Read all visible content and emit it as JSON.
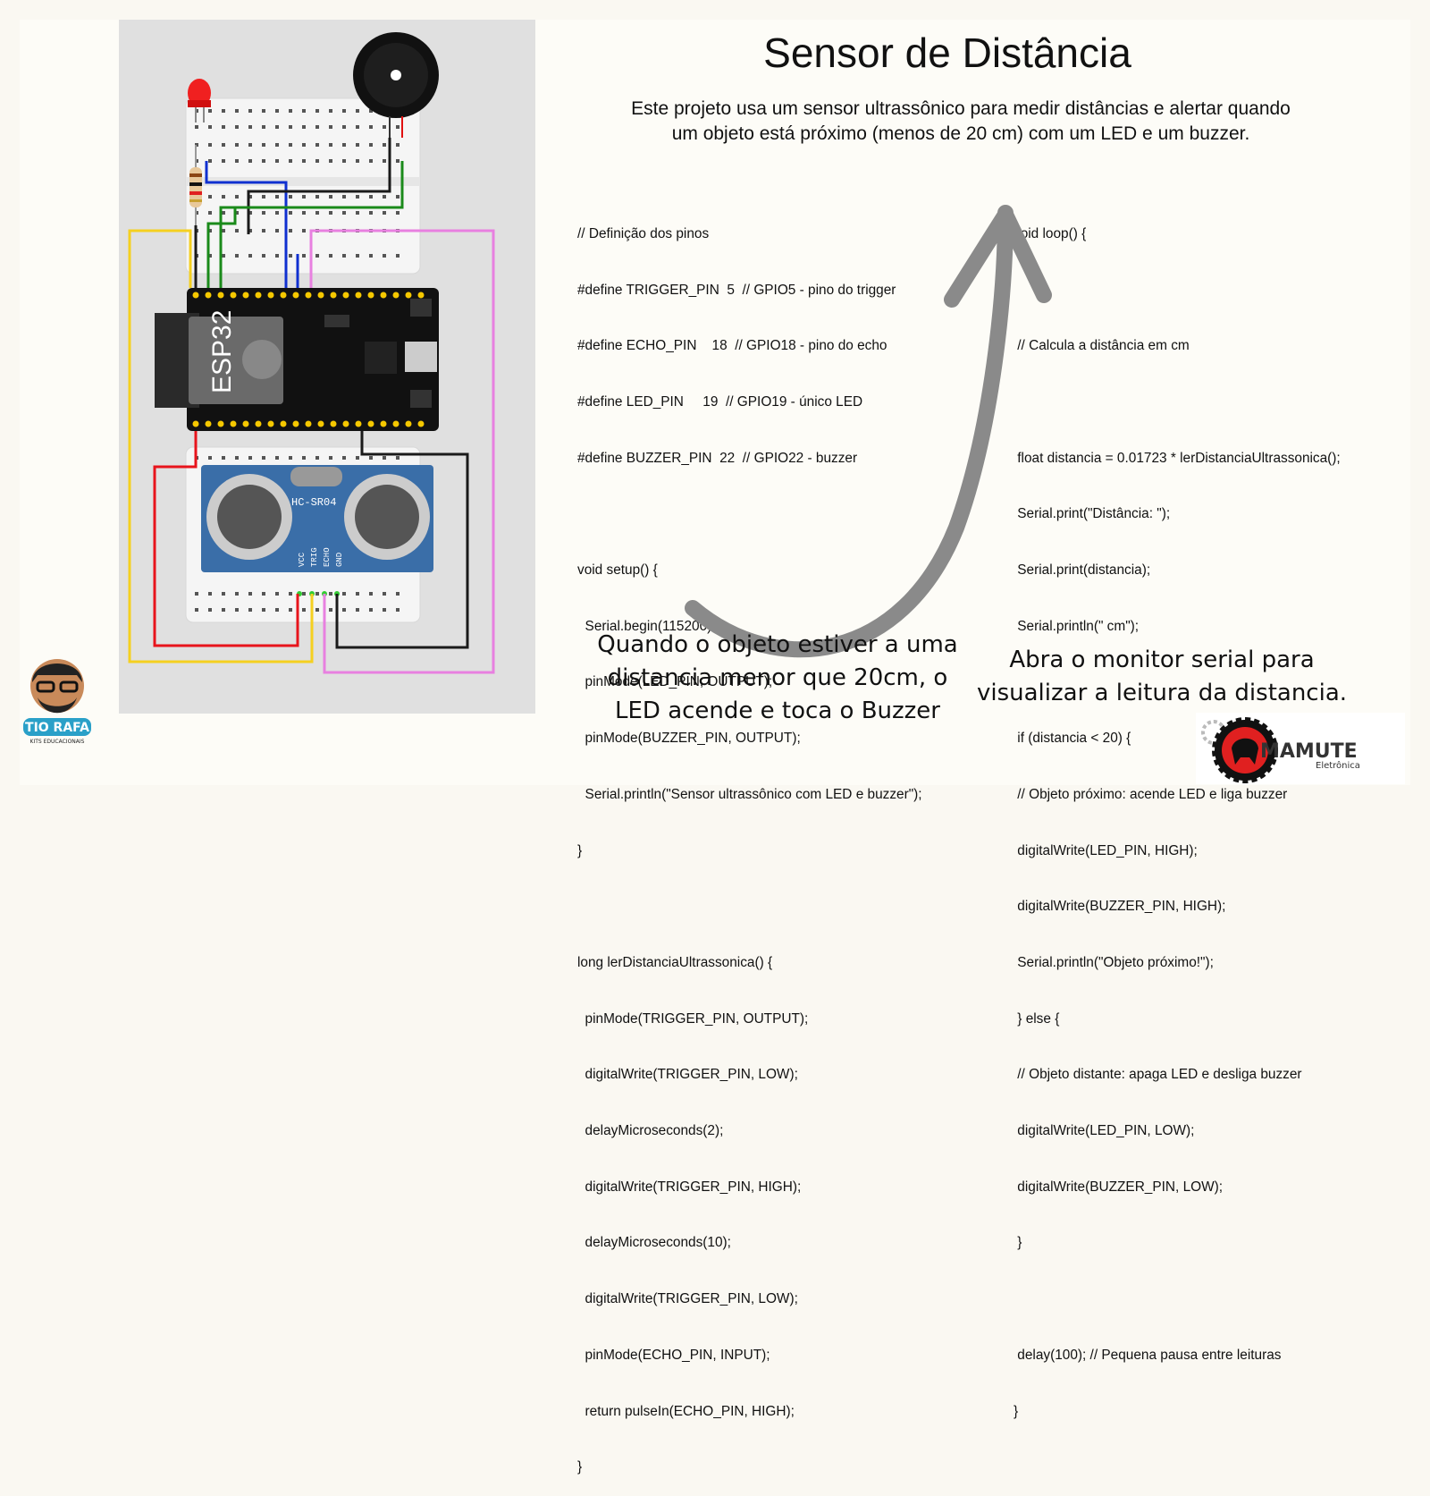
{
  "title": "Sensor de Distância",
  "subtitle_lines": [
    "Este projeto usa um sensor ultrassônico para medir distâncias e alertar quando",
    "um objeto está próximo (menos de 20 cm) com um LED e um buzzer."
  ],
  "code_left": [
    "// Definição dos pinos",
    "#define TRIGGER_PIN  5  // GPIO5 - pino do trigger",
    "#define ECHO_PIN    18  // GPIO18 - pino do echo",
    "#define LED_PIN     19  // GPIO19 - único LED",
    "#define BUZZER_PIN  22  // GPIO22 - buzzer",
    "",
    "void setup() {",
    "  Serial.begin(115200);",
    "  pinMode(LED_PIN, OUTPUT);",
    "  pinMode(BUZZER_PIN, OUTPUT);",
    "  Serial.println(\"Sensor ultrassônico com LED e buzzer\");",
    "}",
    "",
    "long lerDistanciaUltrassonica() {",
    "  pinMode(TRIGGER_PIN, OUTPUT);",
    "  digitalWrite(TRIGGER_PIN, LOW);",
    "  delayMicroseconds(2);",
    "  digitalWrite(TRIGGER_PIN, HIGH);",
    "  delayMicroseconds(10);",
    "  digitalWrite(TRIGGER_PIN, LOW);",
    "  pinMode(ECHO_PIN, INPUT);",
    "  return pulseIn(ECHO_PIN, HIGH);",
    "}"
  ],
  "code_right": [
    "void loop() {",
    "",
    " // Calcula a distância em cm",
    "",
    " float distancia = 0.01723 * lerDistanciaUltrassonica();",
    " Serial.print(\"Distância: \");",
    " Serial.print(distancia);",
    " Serial.println(\" cm\");",
    "",
    " if (distancia < 20) {",
    " // Objeto próximo: acende LED e liga buzzer",
    " digitalWrite(LED_PIN, HIGH);",
    " digitalWrite(BUZZER_PIN, HIGH);",
    " Serial.println(\"Objeto próximo!\");",
    " } else {",
    " // Objeto distante: apaga LED e desliga buzzer",
    " digitalWrite(LED_PIN, LOW);",
    " digitalWrite(BUZZER_PIN, LOW);",
    " }",
    "",
    " delay(100); // Pequena pausa entre leituras",
    "}"
  ],
  "note_left_lines": [
    "Quando o objeto estiver a uma",
    "distancia menor que 20cm, o",
    "LED acende e toca o Buzzer"
  ],
  "note_right_lines": [
    "Abra o monitor serial para",
    "visualizar a leitura da distancia."
  ],
  "board_label": "ESP32",
  "sensor_label": "HC-SR04",
  "sensor_pins": [
    "VCC",
    "TRIG",
    "ECHO",
    "GND"
  ],
  "logo_left_text": "TIO RAFA",
  "logo_left_subtext": "KITS EDUCACIONAIS",
  "logo_right_text": "MAMUTE",
  "logo_right_subtext": "Eletrônica",
  "colors": {
    "wire_red": "#e8141c",
    "wire_yellow": "#f5d020",
    "wire_pink": "#e880e0",
    "wire_black": "#1a1a1a",
    "wire_blue": "#1030d0",
    "wire_green": "#1a8a1a",
    "board_black": "#111111",
    "sensor_blue": "#3a6ea8",
    "arrow_gray": "#8a8a8a"
  }
}
